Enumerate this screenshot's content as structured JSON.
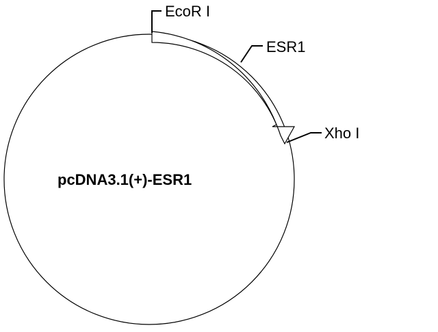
{
  "plasmid": {
    "name": "pcDNA3.1(+)-ESR1"
  },
  "features": {
    "site1": "EcoR I",
    "gene": "ESR1",
    "site2": "Xho I"
  },
  "colors": {
    "stroke": "#000000",
    "background": "#ffffff"
  }
}
